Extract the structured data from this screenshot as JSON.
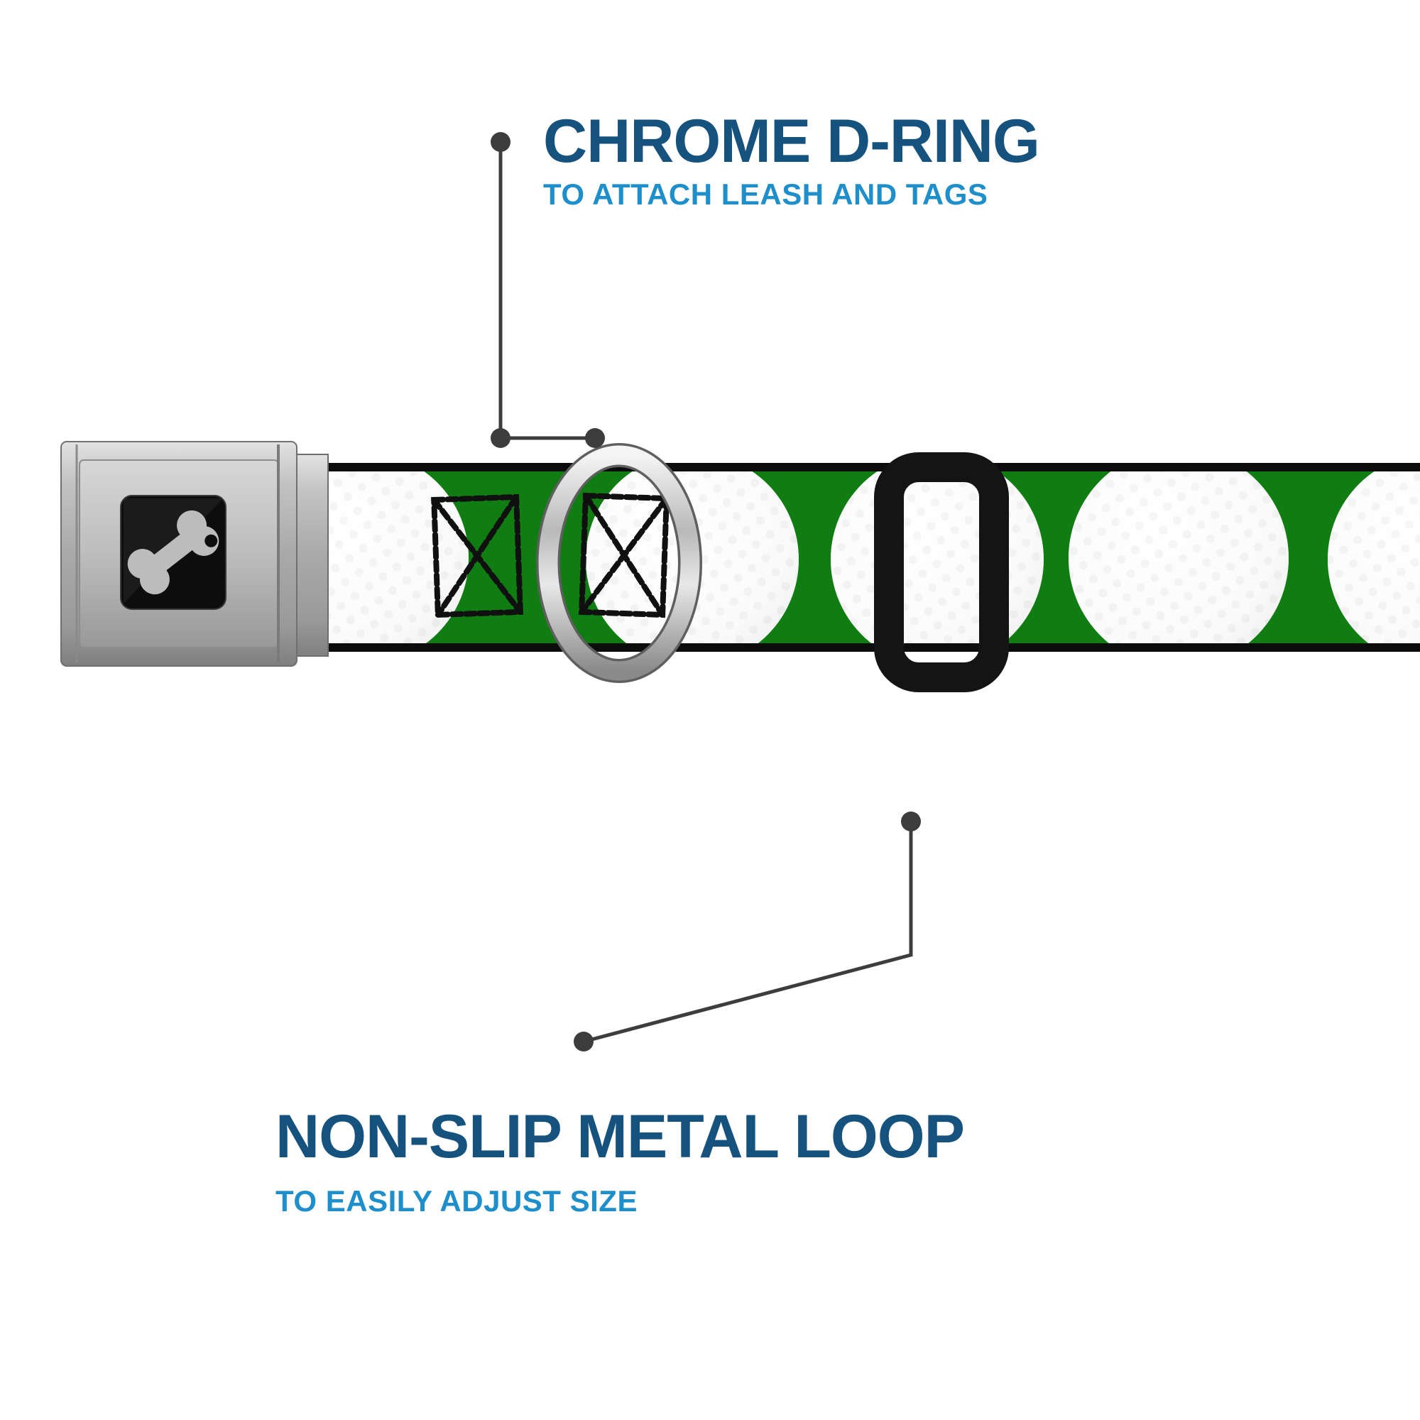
{
  "page": {
    "background": "#ffffff"
  },
  "annotations": {
    "top": {
      "title": "CHROME D-RING",
      "subtitle": "TO ATTACH LEASH AND TAGS"
    },
    "bottom": {
      "title": "NON-SLIP METAL LOOP",
      "subtitle": "TO EASILY ADJUST SIZE"
    }
  },
  "product": {
    "buckle_icon": "dog-bone-icon",
    "webbing_pattern": "golf-balls-on-green",
    "parts": [
      "seatbelt-buckle",
      "chrome-d-ring",
      "metal-loop-slider",
      "golf-ball-webbing"
    ]
  },
  "colors": {
    "title_blue": "#15527d",
    "subtitle_blue": "#1e8fca",
    "belt_green": "#0f7d12",
    "belt_edge": "#0c0c0c",
    "ball_white": "#ffffff",
    "stitch_black": "#101010",
    "slider_black": "#141414",
    "callout_gray": "#3d3d3d"
  }
}
